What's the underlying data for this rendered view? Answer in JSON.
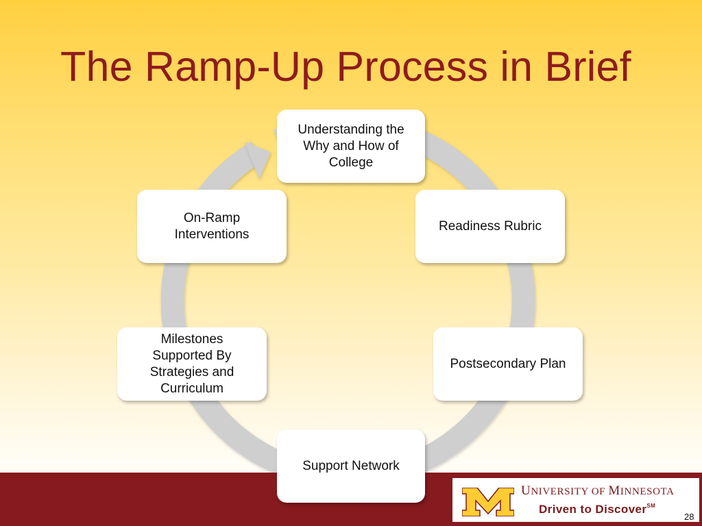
{
  "slide": {
    "title": "The Ramp-Up Process in Brief",
    "page_number": "28"
  },
  "cycle": {
    "nodes": [
      {
        "label": "Understanding the Why and How of College"
      },
      {
        "label": "Readiness Rubric"
      },
      {
        "label": "Postsecondary Plan"
      },
      {
        "label": "Support Network"
      },
      {
        "label": "Milestones Supported By Strategies and Curriculum"
      },
      {
        "label": "On-Ramp Interventions"
      }
    ]
  },
  "branding": {
    "university_name_parts": [
      "U",
      "NIVERSITY ",
      "OF ",
      "M",
      "INNESOTA"
    ],
    "tagline": "Driven to Discover",
    "tagline_mark": "SM",
    "logo_icon": "block-m-logo-icon"
  },
  "colors": {
    "title": "#8e1b1e",
    "footer_bar": "#871a1e",
    "ring": "#cfcfcf",
    "logo_gold": "#ffcc33",
    "logo_maroon": "#7a1a1d"
  }
}
